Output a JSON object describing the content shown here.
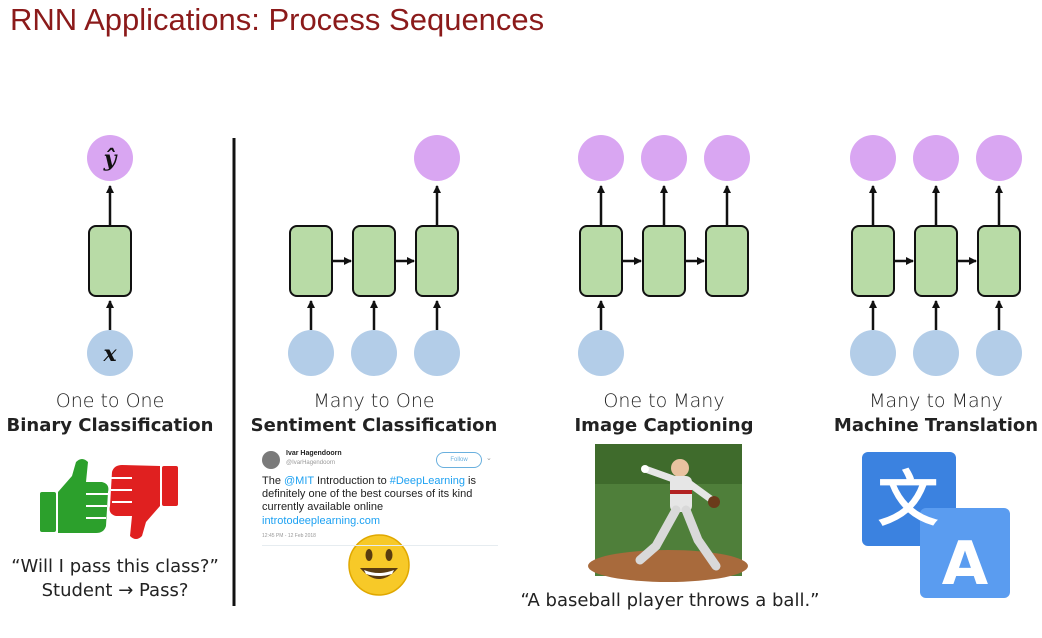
{
  "title": "RNN Applications: Process Sequences",
  "columns": [
    {
      "subtitle": "One to One",
      "name": "Binary Classification"
    },
    {
      "subtitle": "Many to One",
      "name": "Sentiment Classification"
    },
    {
      "subtitle": "One to Many",
      "name": "Image Captioning"
    },
    {
      "subtitle": "Many to Many",
      "name": "Machine Translation"
    }
  ],
  "labels": {
    "y_hat": "ŷ",
    "x": "x"
  },
  "binary_quote": {
    "line1": "“Will I pass this class?”",
    "line2": "Student → Pass?"
  },
  "tweet": {
    "name": "Ivar Hagendoorn",
    "handle": "@IvarHagendoorn",
    "follow": "Follow",
    "text_pre": "The ",
    "mention": "@MIT",
    "text_mid": " Introduction to ",
    "hashtag": "#DeepLearning",
    "text_post": " is definitely one of the best courses of its kind currently available online",
    "url": "introtodeeplearning.com",
    "time": "12:45 PM - 12 Feb 2018"
  },
  "caption_quote": "“A baseball player throws a ball.”",
  "translate_icon": {
    "left_glyph": "文",
    "right_glyph": "A"
  },
  "colors": {
    "title": "#8b1a1a",
    "output_node": "#d9a6f2",
    "input_node": "#b3cde8",
    "hidden_node": "#b8dba6",
    "thumb_up": "#2ca02c",
    "thumb_down": "#e02020",
    "translate_blue": "#3b82e0"
  }
}
